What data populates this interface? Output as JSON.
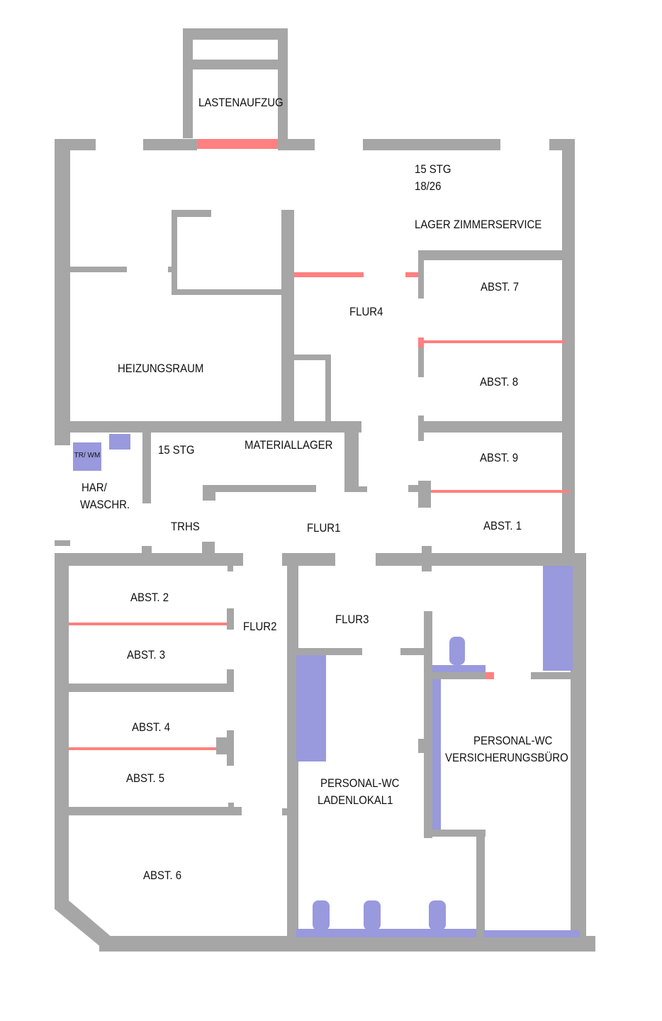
{
  "colors": {
    "wall": "#a6a6a6",
    "door_marker": "#ff8080",
    "fixture": "#9999dd",
    "background": "#ffffff",
    "text": "#111111"
  },
  "rooms": {
    "lastenaufzug": "LASTENAUFZUG",
    "stg_top": "15 STG",
    "stg_top_ratio": "18/26",
    "lager": "LAGER ZIMMERSERVICE",
    "abst7": "ABST. 7",
    "flur4": "FLUR4",
    "heizungsraum": "HEIZUNGSRAUM",
    "abst8": "ABST. 8",
    "trwm": "TR/ WM",
    "stg_mid": "15 STG",
    "materiallager": "MATERIALLAGER",
    "abst9": "ABST. 9",
    "har": "HAR/",
    "waschr": "WASCHR.",
    "trhs": "TRHS",
    "flur1": "FLUR1",
    "abst1": "ABST. 1",
    "abst2": "ABST. 2",
    "flur2": "FLUR2",
    "flur3": "FLUR3",
    "abst3": "ABST. 3",
    "abst4": "ABST. 4",
    "personal_wc_vers_1": "PERSONAL-WC",
    "personal_wc_vers_2": "VERSICHERUNGSBÜRO",
    "abst5": "ABST. 5",
    "personal_wc_laden_1": "PERSONAL-WC",
    "personal_wc_laden_2": "LADENLOKAL1",
    "abst6": "ABST. 6"
  }
}
